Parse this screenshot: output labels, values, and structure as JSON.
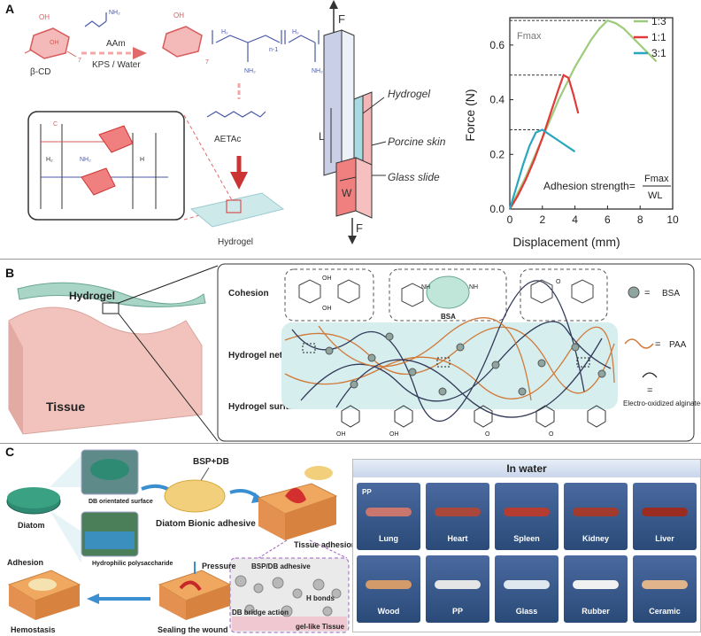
{
  "panel_a": {
    "label": "A",
    "bcd": "β-CD",
    "oh": "OH",
    "aam": "AAm",
    "kps": "KPS / Water",
    "n1": "n-1",
    "nh2": "NH₂",
    "aetac": "AETAc",
    "hydrogel_block": "Hydrogel",
    "layer_hydrogel": "Hydrogel",
    "layer_skin": "Porcine skin",
    "layer_glass": "Glass slide",
    "force_top": "F",
    "force_bottom": "F",
    "dim_l": "L",
    "dim_w": "W",
    "h2": "H₂",
    "c": "C",
    "h": "H",
    "seven": "7"
  },
  "chart_data": {
    "type": "line",
    "xlabel": "Displacement (mm)",
    "ylabel": "Force (N)",
    "xlim": [
      0,
      10
    ],
    "ylim": [
      0,
      0.7
    ],
    "xticks": [
      "0",
      "2",
      "4",
      "6",
      "8",
      "10"
    ],
    "yticks": [
      "0.0",
      "0.2",
      "0.4",
      "0.6"
    ],
    "legend_position": "top-right",
    "annotation_fmax": "Fmax",
    "formula_label": "Adhesion strength=",
    "formula_num": "Fmax",
    "formula_den": "WL",
    "series": [
      {
        "name": "1:3",
        "color": "#9dcb7a",
        "x": [
          0,
          0.5,
          1,
          1.5,
          2,
          2.5,
          3,
          3.5,
          4,
          4.5,
          5,
          5.5,
          6,
          6.5,
          7,
          7.5,
          8,
          8.5,
          9
        ],
        "y": [
          0,
          0.06,
          0.12,
          0.19,
          0.26,
          0.33,
          0.4,
          0.46,
          0.52,
          0.57,
          0.62,
          0.66,
          0.69,
          0.68,
          0.66,
          0.63,
          0.6,
          0.57,
          0.54
        ]
      },
      {
        "name": "1:1",
        "color": "#e03a3a",
        "x": [
          0,
          0.5,
          1,
          1.5,
          2,
          2.5,
          3,
          3.3,
          3.6,
          3.9,
          4.2
        ],
        "y": [
          0,
          0.05,
          0.11,
          0.18,
          0.26,
          0.35,
          0.44,
          0.49,
          0.48,
          0.42,
          0.35
        ]
      },
      {
        "name": "3:1",
        "color": "#2aa6bf",
        "x": [
          0,
          0.4,
          0.8,
          1.2,
          1.6,
          2.0,
          2.5,
          3.0,
          3.5,
          4.0
        ],
        "y": [
          0,
          0.08,
          0.16,
          0.23,
          0.28,
          0.29,
          0.27,
          0.25,
          0.23,
          0.21
        ]
      }
    ],
    "fmax_levels": [
      0.69,
      0.49,
      0.29
    ]
  },
  "panel_b": {
    "label": "B",
    "hydrogel": "Hydrogel",
    "tissue": "Tissue",
    "cohesion": "Cohesion",
    "network": "Hydrogel network",
    "surface": "Hydrogel surface",
    "bsa_center": "BSA",
    "legend_bsa": "BSA",
    "legend_paa": "PAA",
    "legend_alg": "Electro-oxidized alginate-dopa",
    "eq": "=",
    "nh": "NH",
    "oh": "OH",
    "o": "O"
  },
  "panel_c": {
    "label": "C",
    "diatom": "Diatom",
    "db_surface": "DB orientated surface",
    "hydrophilic": "Hydrophilic polysaccharide",
    "bsp_db": "BSP+DB",
    "bionic": "Diatom Bionic adhesive",
    "tissue_adh": "Tissue adhesion",
    "bsp_adhesive": "BSP/DB adhesive",
    "hbonds": "H bonds",
    "db_bridge": "DB bridge action",
    "gel_tissue": "gel-like Tissue",
    "adhesion": "Adhesion",
    "hemostasis": "Hemostasis",
    "pressure": "Pressure",
    "sealing": "Sealing the wound",
    "in_water": "In water",
    "pp_marker": "PP",
    "samples_row1": [
      "Lung",
      "Heart",
      "Spleen",
      "Kidney",
      "Liver"
    ],
    "samples_row2": [
      "Wood",
      "PP",
      "Glass",
      "Rubber",
      "Ceramic"
    ]
  }
}
